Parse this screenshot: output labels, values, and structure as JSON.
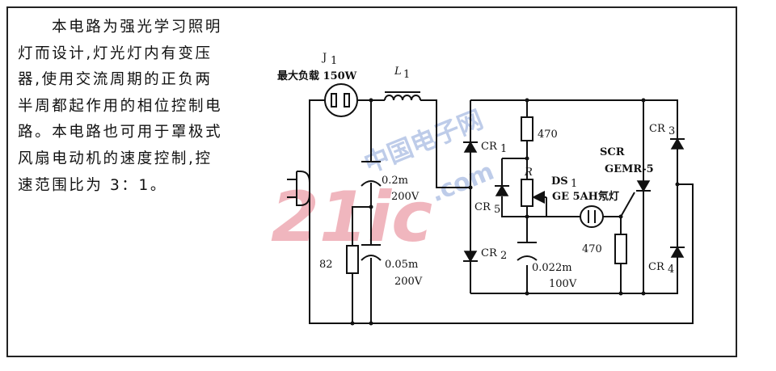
{
  "description": {
    "lines": [
      "本电路为强光学习照明",
      "灯而设计,灯光灯内有变压",
      "器,使用交流周期的正负两",
      "半周都起作用的相位控制电",
      "路。本电路也可用于罩极式",
      "风扇电动机的速度控制,控",
      "速范围比为 3：1。"
    ]
  },
  "components": {
    "j1_name": "J",
    "j1_sub": "1",
    "j1_desc": "最大负载 150W",
    "l1_name": "L",
    "l1_sub": "1",
    "c1_value": "0.2m",
    "c1_voltage": "200V",
    "c2_value": "0.05m",
    "c2_voltage": "200V",
    "r1_value": "82",
    "r2_value": "470",
    "pot_name": "R",
    "ds1_name": "DS",
    "ds1_sub": "1",
    "ds1_desc": "GE 5AH氖灯",
    "scr_name": "SCR",
    "scr_model": "GEMR-5",
    "r3_value": "470",
    "c3_value": "0.022m",
    "c3_voltage": "100V",
    "cr1": "CR",
    "cr1_sub": "1",
    "cr2": "CR",
    "cr2_sub": "2",
    "cr3": "CR",
    "cr3_sub": "3",
    "cr4": "CR",
    "cr4_sub": "4",
    "cr5": "CR",
    "cr5_sub": "5"
  },
  "watermark": {
    "main": "21ic",
    "cn": "中国电子网",
    "domain": ".com"
  }
}
